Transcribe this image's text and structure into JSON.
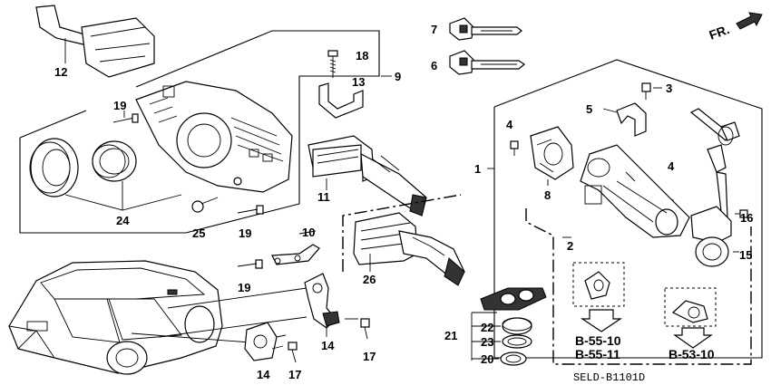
{
  "direction_label": "FR.",
  "callouts": {
    "c1": "1",
    "c2": "2",
    "c3": "3",
    "c4a": "4",
    "c4b": "4",
    "c5": "5",
    "c6": "6",
    "c7": "7",
    "c8": "8",
    "c9": "9",
    "c10": "10",
    "c11": "11",
    "c12": "12",
    "c13": "13",
    "c14a": "14",
    "c14b": "14",
    "c15": "15",
    "c16": "16",
    "c17a": "17",
    "c17b": "17",
    "c18": "18",
    "c19a": "19",
    "c19b": "19",
    "c19c": "19",
    "c20": "20",
    "c21": "21",
    "c22": "22",
    "c23": "23",
    "c24": "24",
    "c25": "25",
    "c26": "26"
  },
  "references": {
    "ref_a1": "B-55-10",
    "ref_a2": "B-55-11",
    "ref_b1": "B-53-10"
  },
  "diagram_code": "SELD-B1101D"
}
